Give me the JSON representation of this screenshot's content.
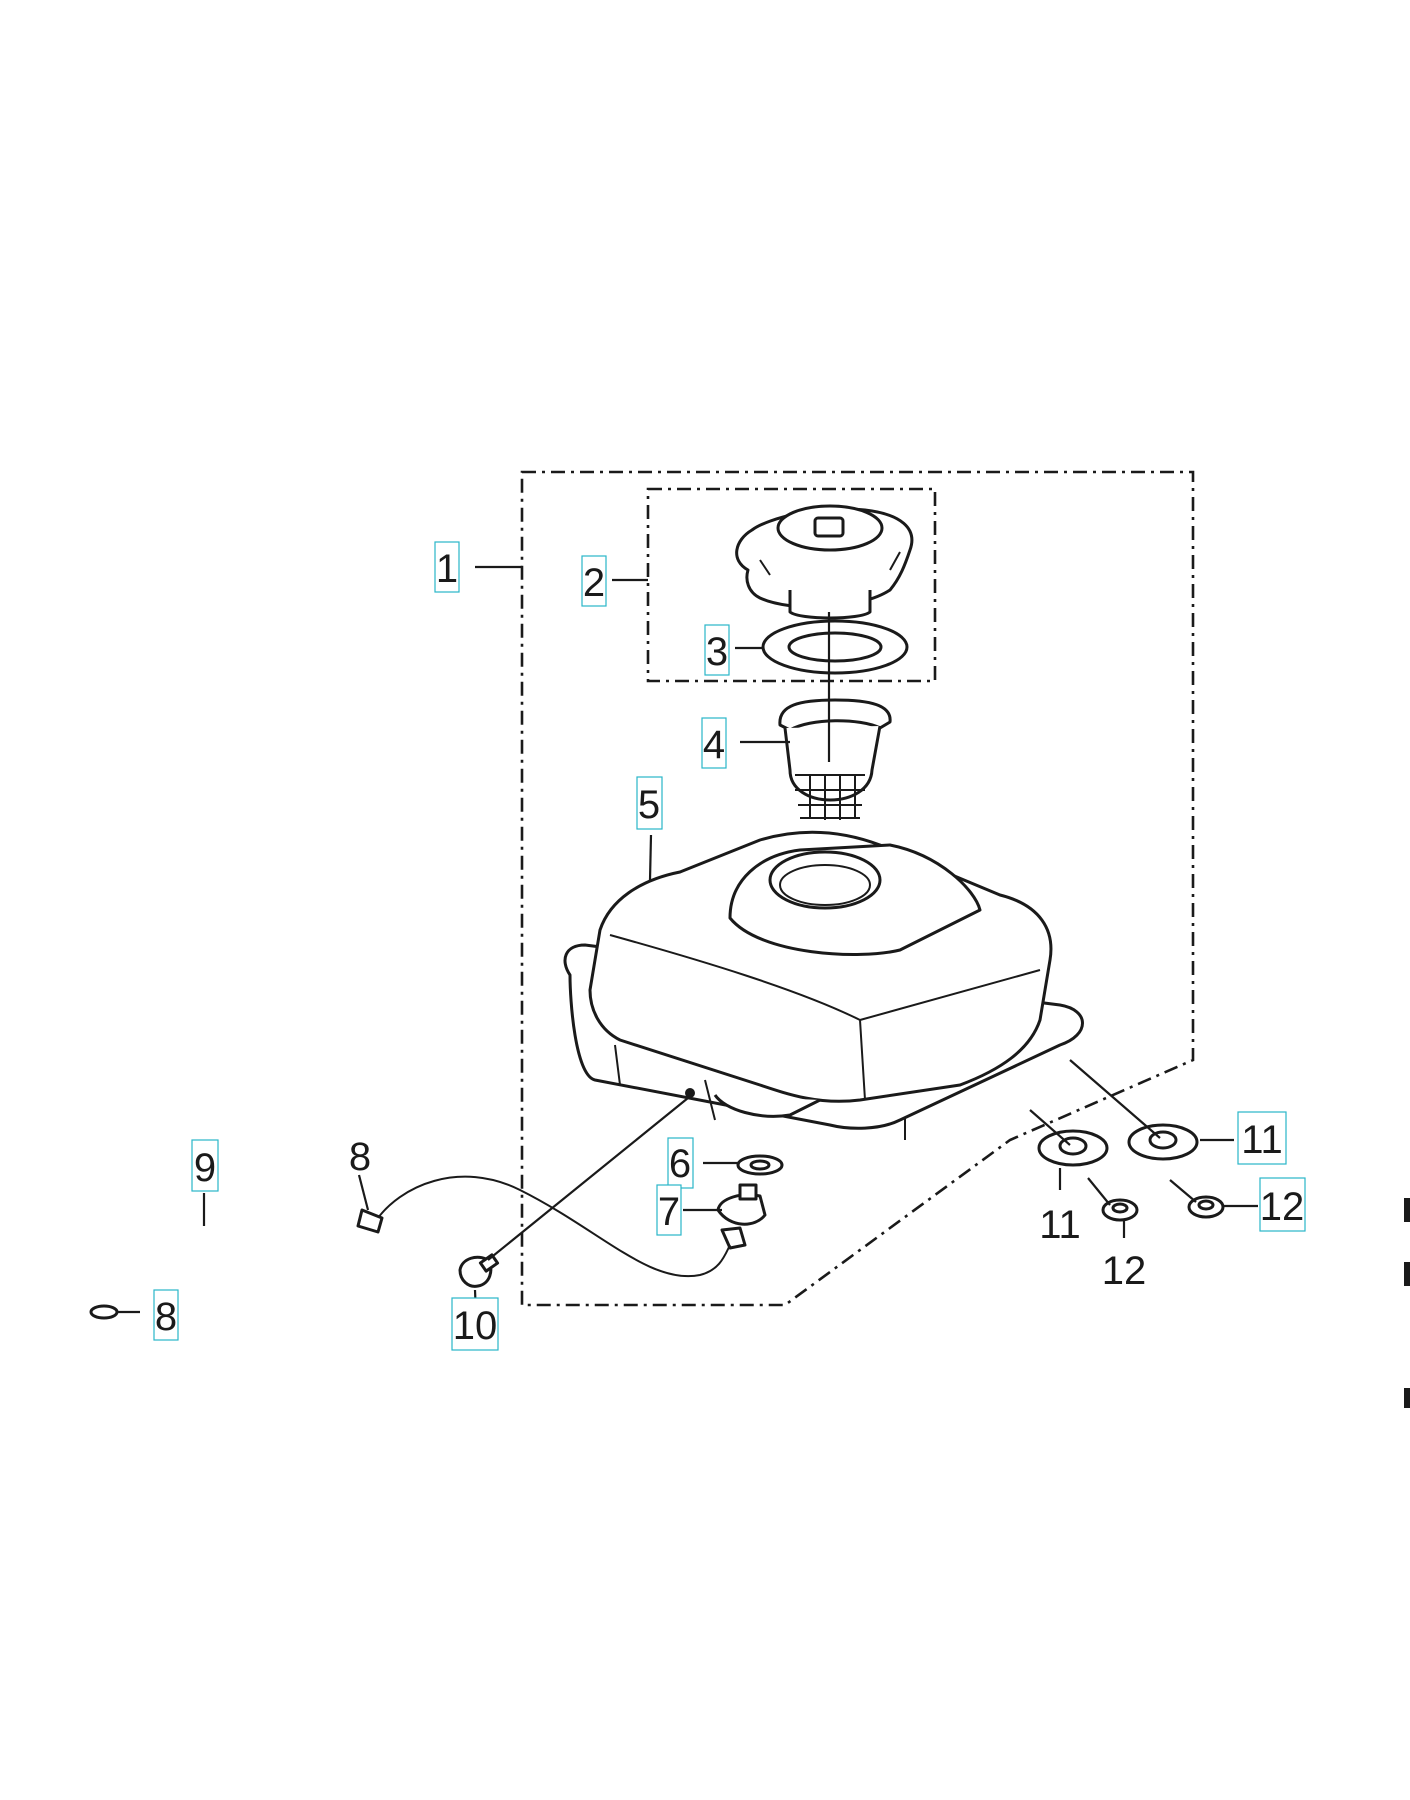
{
  "diagram": {
    "callouts": [
      {
        "id": "c1",
        "label": "1",
        "boxed": true
      },
      {
        "id": "c2",
        "label": "2",
        "boxed": true
      },
      {
        "id": "c3",
        "label": "3",
        "boxed": true
      },
      {
        "id": "c4",
        "label": "4",
        "boxed": true
      },
      {
        "id": "c5",
        "label": "5",
        "boxed": true
      },
      {
        "id": "c6",
        "label": "6",
        "boxed": true
      },
      {
        "id": "c7",
        "label": "7",
        "boxed": true
      },
      {
        "id": "c8a",
        "label": "8",
        "boxed": false
      },
      {
        "id": "c8b",
        "label": "8",
        "boxed": true
      },
      {
        "id": "c9",
        "label": "9",
        "boxed": true
      },
      {
        "id": "c10",
        "label": "10",
        "boxed": true
      },
      {
        "id": "c11a",
        "label": "11",
        "boxed": true
      },
      {
        "id": "c11b",
        "label": "11",
        "boxed": false
      },
      {
        "id": "c12a",
        "label": "12",
        "boxed": true
      },
      {
        "id": "c12b",
        "label": "12",
        "boxed": false
      }
    ],
    "colors": {
      "callout_box": "#29b6c9",
      "line": "#1a1a1a",
      "background": "#ffffff"
    }
  }
}
